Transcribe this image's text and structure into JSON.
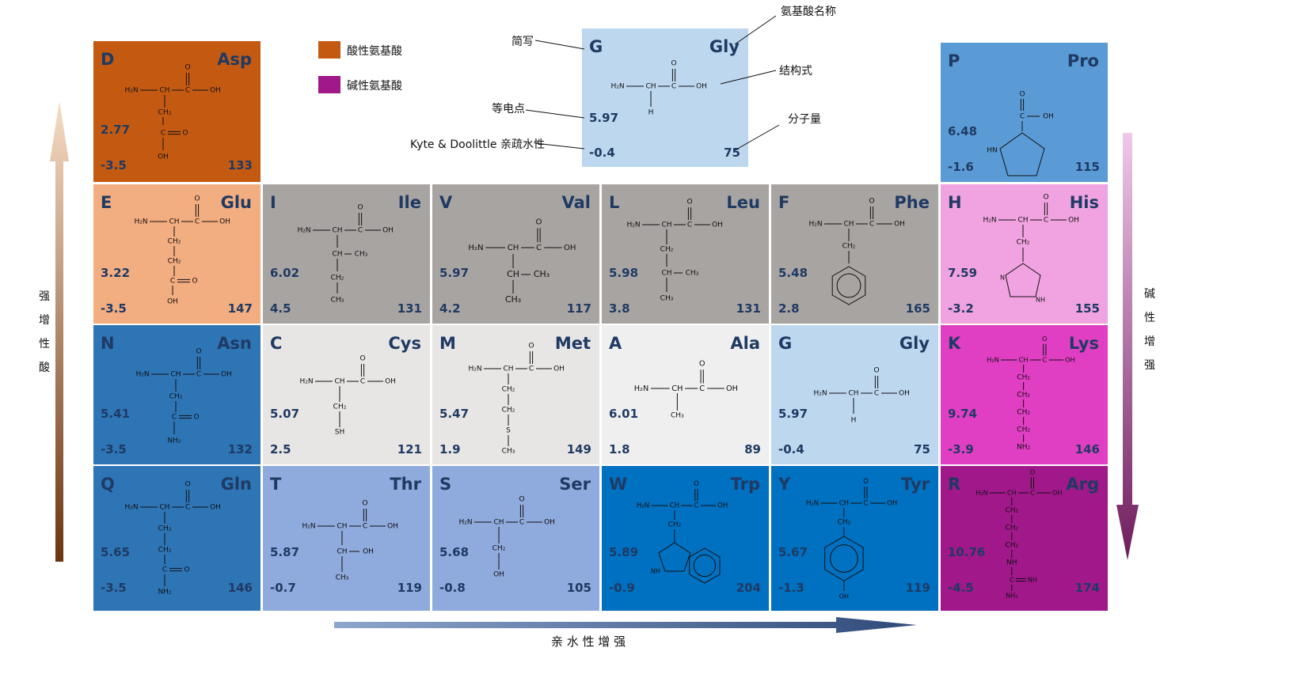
{
  "colors": {
    "acidic_dark": "#c45a12",
    "acidic_light": "#f2ad80",
    "gray": "#a8a4a2",
    "light_gray": "#e8e6e5",
    "very_light": "#efefef",
    "blue_dark": "#2e75b6",
    "blue_mid": "#5b9bd5",
    "blue_light": "#bdd7ee",
    "periwinkle": "#8faadc",
    "blue_bright": "#0070c0",
    "pink_light": "#f0a3e0",
    "magenta": "#e03ec3",
    "purple": "#a0188a"
  },
  "legend": [
    {
      "label": "酸性氨基酸",
      "color": "#c45a12"
    },
    {
      "label": "碱性氨基酸",
      "color": "#a0188a"
    }
  ],
  "key_annotations": {
    "abbr": "简写",
    "name": "氨基酸名称",
    "structure": "结构式",
    "pi": "等电点",
    "hydro": "Kyte & Doolittle 亲疏水性",
    "mw": "分子量"
  },
  "axis_labels": {
    "left": [
      "酸",
      "性",
      "增",
      "强"
    ],
    "right": [
      "碱",
      "性",
      "增",
      "强"
    ],
    "bottom": "亲 水 性 增 强"
  },
  "amino_acids": [
    {
      "id": "key",
      "abbr": "G",
      "name": "Gly",
      "pi": "5.97",
      "hydro": "-0.4",
      "mw": "75",
      "color": "#bdd7ee"
    },
    {
      "id": "asp",
      "abbr": "D",
      "name": "Asp",
      "pi": "2.77",
      "hydro": "-3.5",
      "mw": "133",
      "color": "#c45a12"
    },
    {
      "id": "pro",
      "abbr": "P",
      "name": "Pro",
      "pi": "6.48",
      "hydro": "-1.6",
      "mw": "115",
      "color": "#5b9bd5"
    },
    {
      "id": "glu",
      "abbr": "E",
      "name": "Glu",
      "pi": "3.22",
      "hydro": "-3.5",
      "mw": "147",
      "color": "#f2ad80"
    },
    {
      "id": "ile",
      "abbr": "I",
      "name": "Ile",
      "pi": "6.02",
      "hydro": "4.5",
      "mw": "131",
      "color": "#a8a4a2"
    },
    {
      "id": "val",
      "abbr": "V",
      "name": "Val",
      "pi": "5.97",
      "hydro": "4.2",
      "mw": "117",
      "color": "#a8a4a2"
    },
    {
      "id": "leu",
      "abbr": "L",
      "name": "Leu",
      "pi": "5.98",
      "hydro": "3.8",
      "mw": "131",
      "color": "#a8a4a2"
    },
    {
      "id": "phe",
      "abbr": "F",
      "name": "Phe",
      "pi": "5.48",
      "hydro": "2.8",
      "mw": "165",
      "color": "#a8a4a2"
    },
    {
      "id": "his",
      "abbr": "H",
      "name": "His",
      "pi": "7.59",
      "hydro": "-3.2",
      "mw": "155",
      "color": "#f0a3e0"
    },
    {
      "id": "asn",
      "abbr": "N",
      "name": "Asn",
      "pi": "5.41",
      "hydro": "-3.5",
      "mw": "132",
      "color": "#2e75b6"
    },
    {
      "id": "cys",
      "abbr": "C",
      "name": "Cys",
      "pi": "5.07",
      "hydro": "2.5",
      "mw": "121",
      "color": "#e8e6e5"
    },
    {
      "id": "met",
      "abbr": "M",
      "name": "Met",
      "pi": "5.47",
      "hydro": "1.9",
      "mw": "149",
      "color": "#e8e6e5"
    },
    {
      "id": "ala",
      "abbr": "A",
      "name": "Ala",
      "pi": "6.01",
      "hydro": "1.8",
      "mw": "89",
      "color": "#efefef"
    },
    {
      "id": "gly",
      "abbr": "G",
      "name": "Gly",
      "pi": "5.97",
      "hydro": "-0.4",
      "mw": "75",
      "color": "#bdd7ee"
    },
    {
      "id": "lys",
      "abbr": "K",
      "name": "Lys",
      "pi": "9.74",
      "hydro": "-3.9",
      "mw": "146",
      "color": "#e03ec3"
    },
    {
      "id": "gln",
      "abbr": "Q",
      "name": "Gln",
      "pi": "5.65",
      "hydro": "-3.5",
      "mw": "146",
      "color": "#2e75b6"
    },
    {
      "id": "thr",
      "abbr": "T",
      "name": "Thr",
      "pi": "5.87",
      "hydro": "-0.7",
      "mw": "119",
      "color": "#8faadc"
    },
    {
      "id": "ser",
      "abbr": "S",
      "name": "Ser",
      "pi": "5.68",
      "hydro": "-0.8",
      "mw": "105",
      "color": "#8faadc"
    },
    {
      "id": "trp",
      "abbr": "W",
      "name": "Trp",
      "pi": "5.89",
      "hydro": "-0.9",
      "mw": "204",
      "color": "#0070c0"
    },
    {
      "id": "tyr",
      "abbr": "Y",
      "name": "Tyr",
      "pi": "5.67",
      "hydro": "-1.3",
      "mw": "119",
      "color": "#0070c0"
    },
    {
      "id": "arg",
      "abbr": "R",
      "name": "Arg",
      "pi": "10.76",
      "hydro": "-4.5",
      "mw": "174",
      "color": "#a0188a"
    }
  ]
}
